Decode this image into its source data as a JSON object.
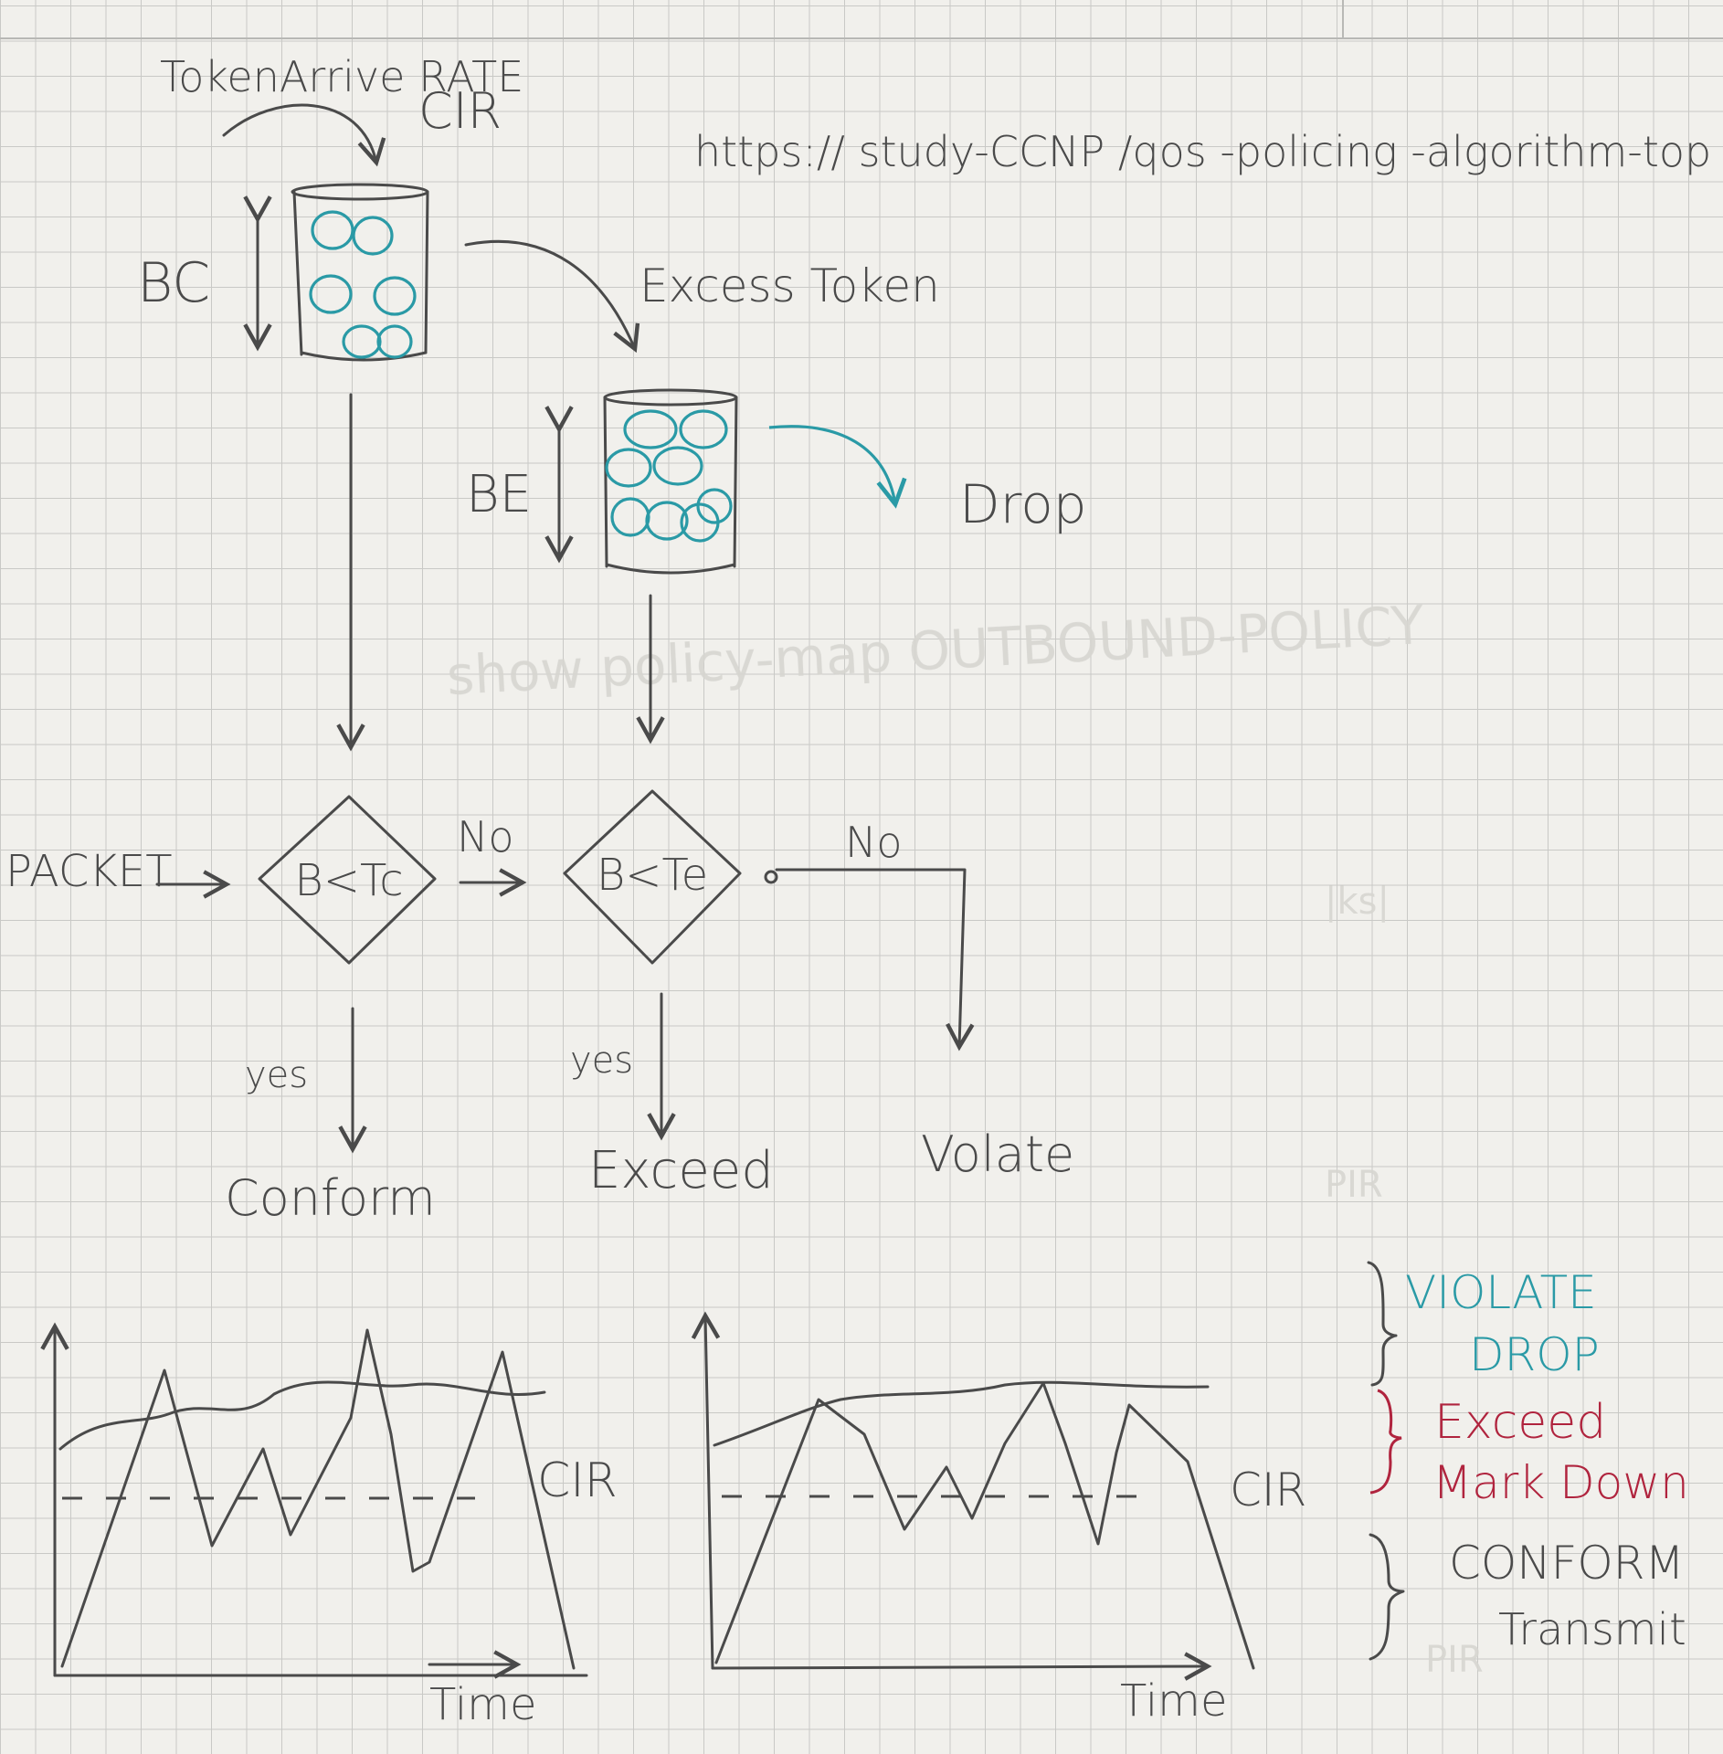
{
  "labels": {
    "token_arrive_rate": "TokenArrive RATE",
    "cir_top": "CIR",
    "url": "https:// study-CCNP /qos -policing -algorithm-top",
    "bc": "BC",
    "be": "BE",
    "excess_token": "Excess Token",
    "drop": "Drop",
    "packet": "PACKET",
    "decision1": "B<Tc",
    "decision2": "B<Te",
    "no1": "No",
    "no2": "No",
    "yes1": "yes",
    "yes2": "yes",
    "conform": "Conform",
    "exceed": "Exceed",
    "violate": "Volate"
  },
  "charts": [
    {
      "cir": "CIR",
      "time": "Time"
    },
    {
      "cir": "CIR",
      "time": "Time"
    }
  ],
  "legend": {
    "violate": "VIOLATE",
    "violate_action": "DROP",
    "exceed": "Exceed",
    "exceed_action": "Mark Down",
    "conform": "CONFORM",
    "conform_action": "Transmit"
  },
  "colors": {
    "ink": "#4a4a4a",
    "teal": "#2a9aa6",
    "red": "#b0243e",
    "grid": "#c9c9c6",
    "paper": "#f1f0ec"
  }
}
